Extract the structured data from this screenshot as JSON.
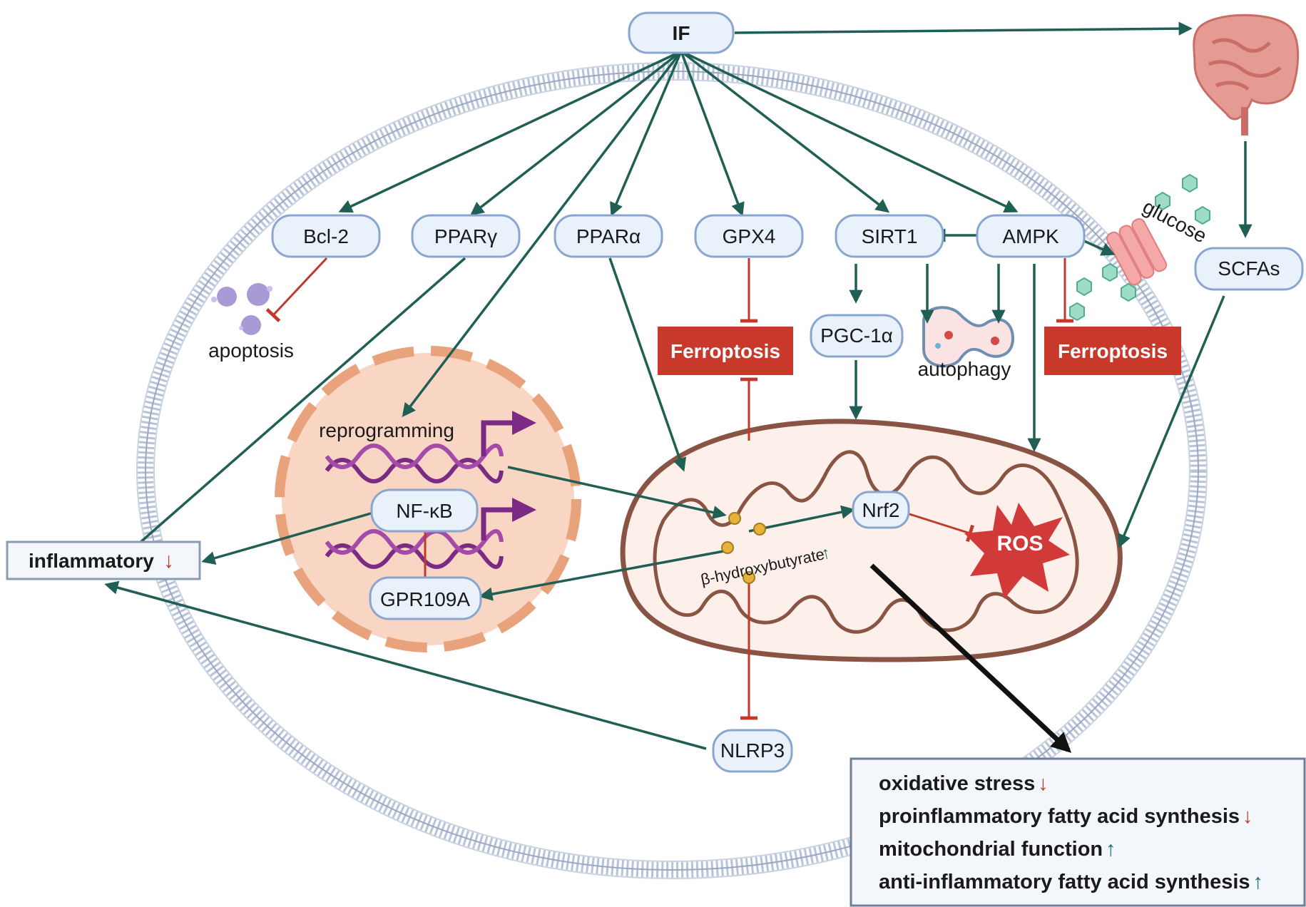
{
  "nodes": {
    "if": "IF",
    "bcl2": "Bcl-2",
    "ppar_gamma": "PPARγ",
    "ppar_alpha": "PPARα",
    "gpx4": "GPX4",
    "sirt1": "SIRT1",
    "ampk": "AMPK",
    "scfas": "SCFAs",
    "pgc1a": "PGC-1α",
    "nfkb": "NF-κB",
    "gpr109a": "GPR109A",
    "nrf2": "Nrf2",
    "nlrp3": "NLRP3",
    "ros": "ROS"
  },
  "labels": {
    "apoptosis": "apoptosis",
    "autophagy": "autophagy",
    "ferroptosis_1": "Ferroptosis",
    "ferroptosis_2": "Ferroptosis",
    "glucose": "glucose",
    "reprogramming": "reprogramming",
    "bhb": "β-hydroxybutyrate",
    "bhb_arrow": "↑",
    "inflammatory": "inflammatory",
    "inflammatory_arrow": "↓"
  },
  "outcomes": [
    {
      "text": "oxidative stress",
      "arrow": "↓"
    },
    {
      "text": "proinflammatory fatty acid synthesis",
      "arrow": "↓"
    },
    {
      "text": "mitochondrial function",
      "arrow": "↑"
    },
    {
      "text": "anti-inflammatory fatty acid synthesis",
      "arrow": "↑"
    }
  ],
  "colors": {
    "activation": "#1f5f54",
    "inhibition": "#c0392b",
    "node_fill": "#e9f1fb",
    "node_border": "#8aa6cf",
    "ferroptosis_fill": "#c8392b",
    "membrane": "#b7c3d6",
    "nucleus_fill": "#f9d6c3",
    "mito_outer": "#8a5444",
    "mito_fill": "#fdf0ea"
  },
  "icons": {
    "gut": "intestine-icon",
    "apoptotic_cells": "apoptotic-cell-icon",
    "autophagosome": "autophagosome-icon",
    "transporter": "glucose-transporter-icon",
    "dna": "dna-helix-icon"
  }
}
